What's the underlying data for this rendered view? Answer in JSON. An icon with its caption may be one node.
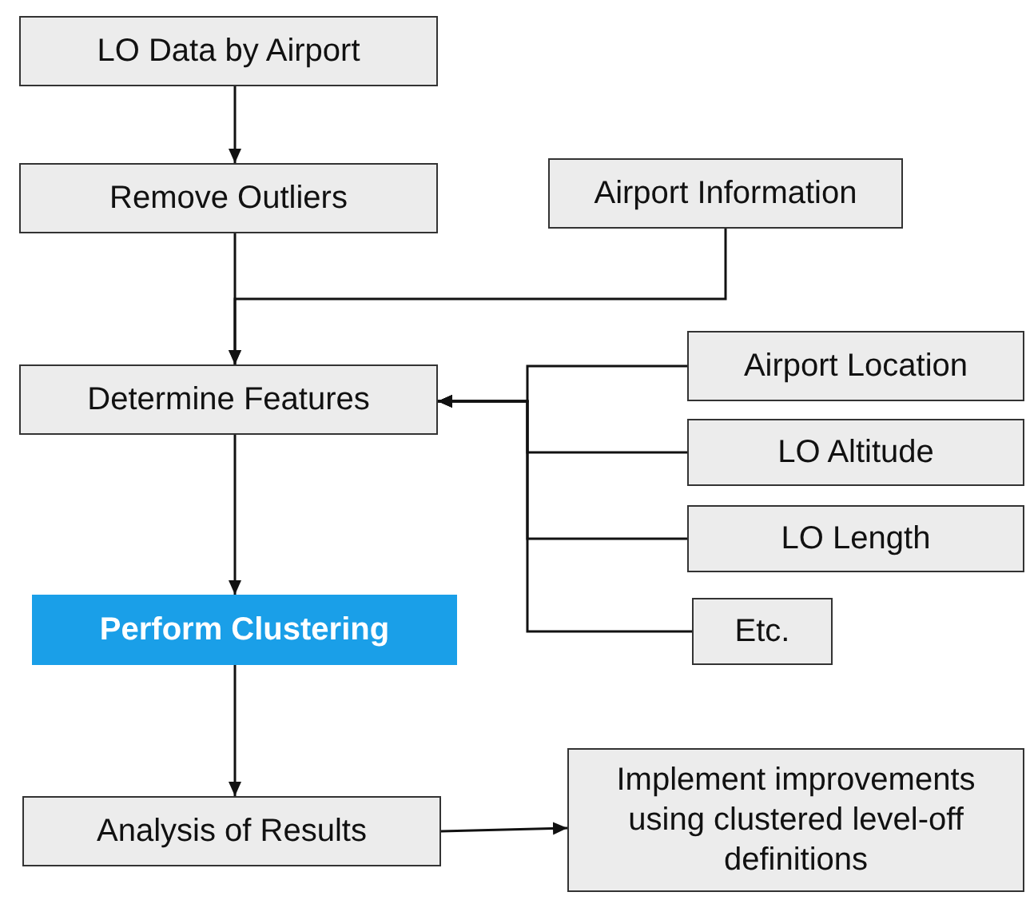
{
  "diagram": {
    "nodes": [
      {
        "text": [
          "LO Data by Airport"
        ]
      },
      {
        "text": [
          "Remove Outliers"
        ]
      },
      {
        "text": [
          "Airport Information"
        ]
      },
      {
        "text": [
          "Determine Features"
        ]
      },
      {
        "text": [
          "Airport Location"
        ]
      },
      {
        "text": [
          "LO Altitude"
        ]
      },
      {
        "text": [
          "LO Length"
        ]
      },
      {
        "text": [
          "Etc."
        ]
      },
      {
        "text": [
          "Perform Clustering"
        ]
      },
      {
        "text": [
          "Analysis of Results"
        ]
      },
      {
        "text": [
          "Implement improvements using clustered level-off definitions"
        ]
      }
    ],
    "edges": [
      {
        "from": 0,
        "to": 1,
        "arrow": "to"
      },
      {
        "from": 1,
        "to": 3,
        "arrow": "to"
      },
      {
        "from": 2,
        "to": 3,
        "arrow": "to"
      },
      {
        "from": 4,
        "to": 3,
        "arrow": "to"
      },
      {
        "from": 5,
        "to": 3,
        "arrow": "to"
      },
      {
        "from": 6,
        "to": 3,
        "arrow": "to"
      },
      {
        "from": 7,
        "to": 3,
        "arrow": "to"
      },
      {
        "from": 3,
        "to": 8,
        "arrow": "to"
      },
      {
        "from": 8,
        "to": 9,
        "arrow": "to"
      },
      {
        "from": 9,
        "to": 10,
        "arrow": "to"
      }
    ]
  }
}
